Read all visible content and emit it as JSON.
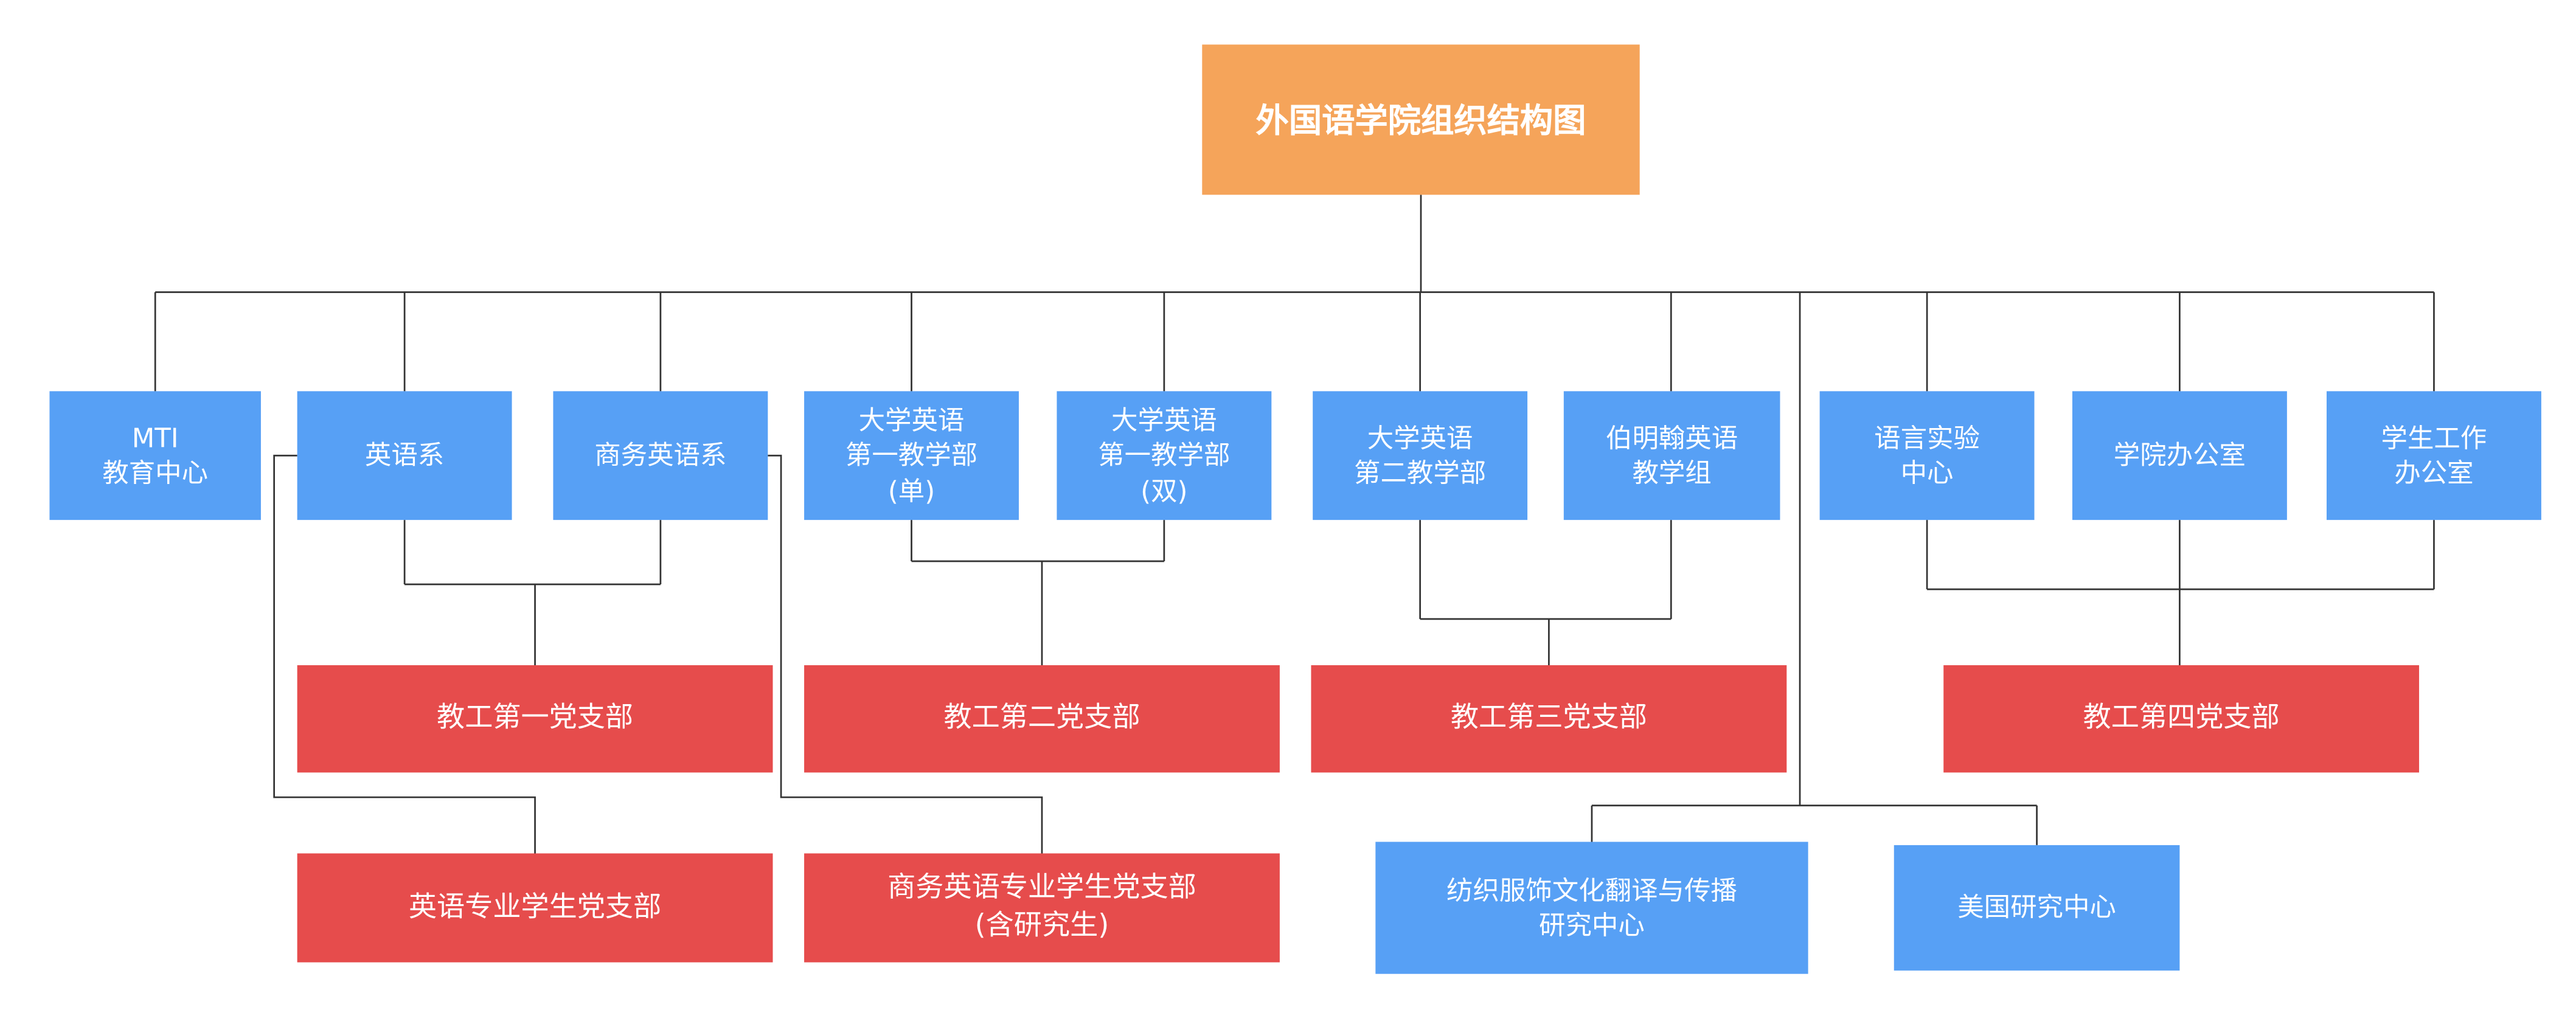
{
  "root": {
    "label": "外国语学院组织结构图"
  },
  "departments": [
    {
      "label": "MTI\n教育中心"
    },
    {
      "label": "英语系"
    },
    {
      "label": "商务英语系"
    },
    {
      "label": "大学英语\n第一教学部\n(单)"
    },
    {
      "label": "大学英语\n第一教学部\n(双)"
    },
    {
      "label": "大学英语\n第二教学部"
    },
    {
      "label": "伯明翰英语\n教学组"
    },
    {
      "label": "语言实验\n中心"
    },
    {
      "label": "学院办公室"
    },
    {
      "label": "学生工作\n办公室"
    }
  ],
  "party_branches": [
    {
      "label": "教工第一党支部"
    },
    {
      "label": "教工第二党支部"
    },
    {
      "label": "教工第三党支部"
    },
    {
      "label": "教工第四党支部"
    }
  ],
  "student_party_branches": [
    {
      "label": "英语专业学生党支部"
    },
    {
      "label": "商务英语专业学生党支部\n(含研究生)"
    }
  ],
  "research_centers": [
    {
      "label": "纺织服饰文化翻译与传播\n研究中心"
    },
    {
      "label": "美国研究中心"
    }
  ],
  "colors": {
    "root_fill": "#F5A45A",
    "department_fill": "#57A0F5",
    "party_fill": "#E64C4C",
    "line": "#333333",
    "background": "#FFFFFF"
  }
}
